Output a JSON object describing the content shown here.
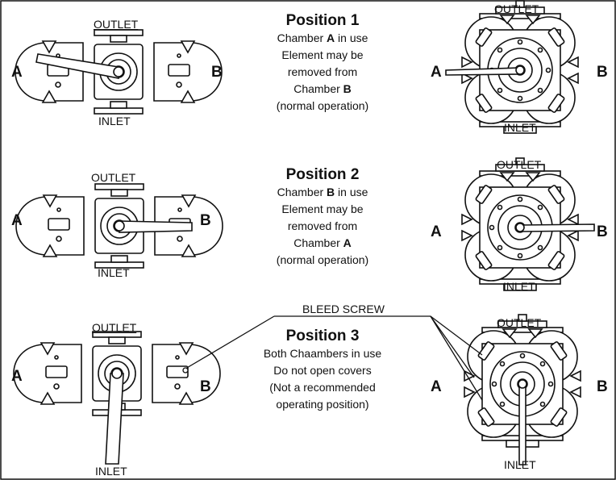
{
  "labels": {
    "outlet": "OUTLET",
    "inlet": "INLET",
    "a": "A",
    "b": "B",
    "bleed_screw": "BLEED SCREW"
  },
  "positions": [
    {
      "title": "Position 1",
      "lines": [
        "Chamber A in use",
        "Element may be",
        "removed from",
        "Chamber B",
        "(normal operation)"
      ]
    },
    {
      "title": "Position 2",
      "lines": [
        "Chamber B in use",
        "Element may be",
        "removed from",
        "Chamber A",
        "(normal operation)"
      ]
    },
    {
      "title": "Position 3",
      "lines": [
        "Both Chaambers in use",
        "Do not open covers",
        "(Not a recommended",
        "operating position)"
      ]
    }
  ]
}
